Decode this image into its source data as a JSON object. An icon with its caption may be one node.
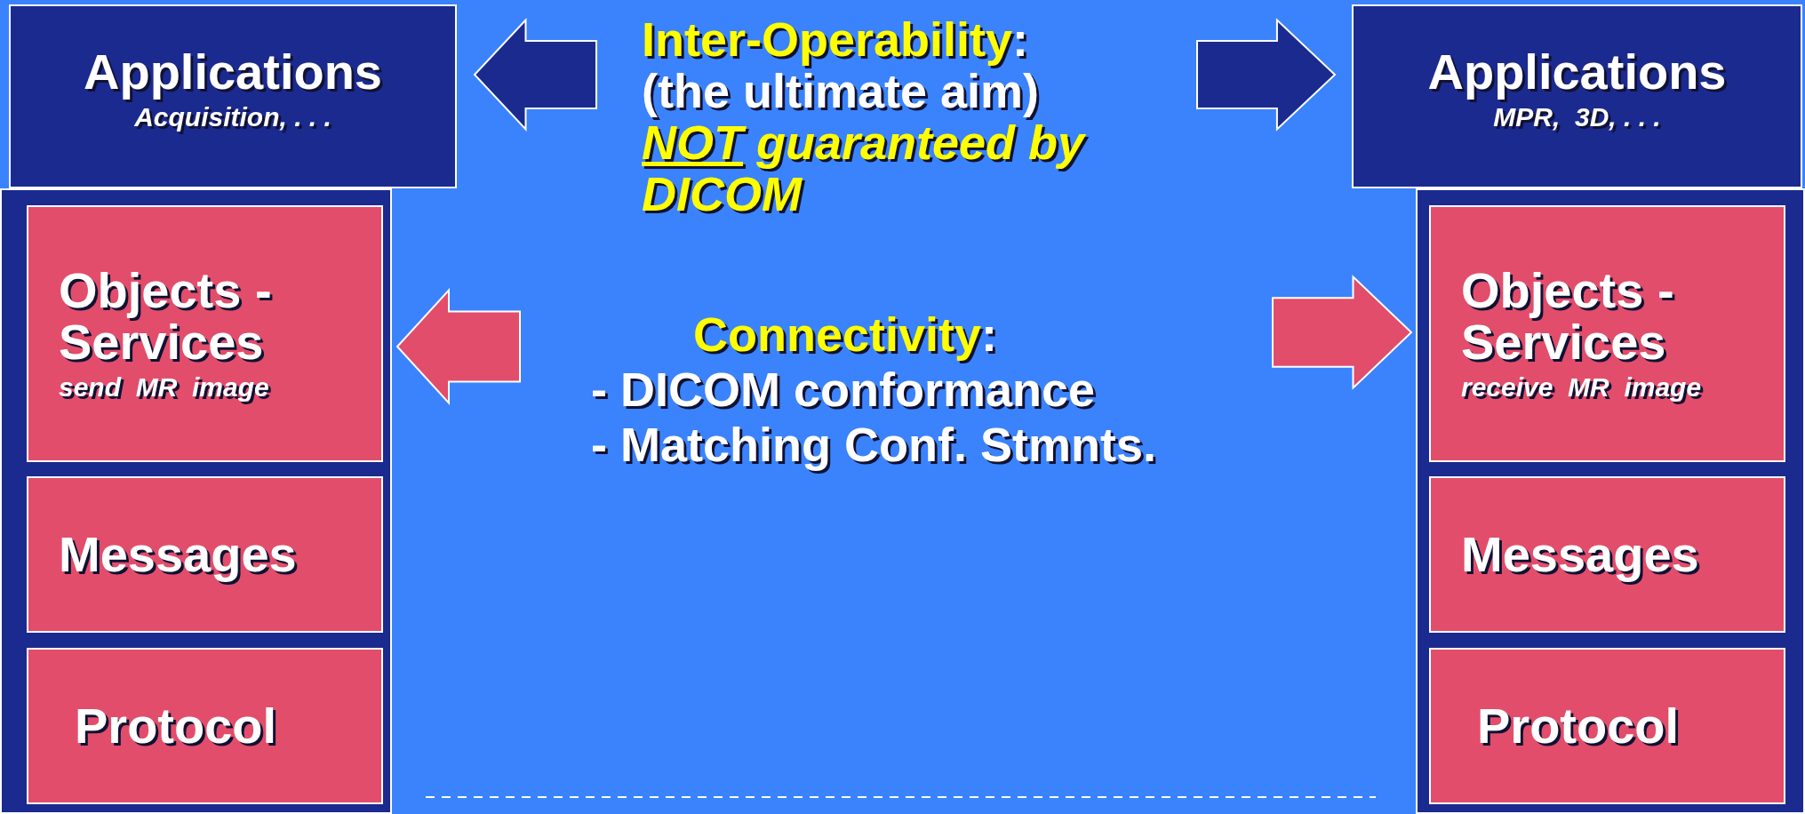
{
  "diagram": {
    "nodes": [
      {
        "text": [
          "Applications",
          "Acquisition, . . ."
        ]
      },
      {
        "text": [],
        "shape": "box"
      },
      {
        "text": [
          "Objects - Services",
          "send  MR  image"
        ],
        "in": 1
      },
      {
        "text": [
          "Messages"
        ],
        "in": 1
      },
      {
        "text": [
          "Protocol"
        ],
        "in": 1
      },
      {
        "text": [
          "**Inter-Operability**:",
          "(the ultimate aim)",
          "**NOT** guaranteed by DICOM"
        ]
      },
      {
        "text": [
          "**Connectivity**:",
          "- DICOM conformance",
          "- Matching Conf. Stmnts."
        ]
      },
      {
        "text": [
          "Applications",
          "MPR,  3D, . . ."
        ]
      },
      {
        "text": [],
        "shape": "box"
      },
      {
        "text": [
          "Objects - Services",
          "receive  MR  image"
        ],
        "in": 8
      },
      {
        "text": [
          "Messages"
        ],
        "in": 8
      },
      {
        "text": [
          "Protocol"
        ],
        "in": 8
      }
    ],
    "edges": [
      {
        "from": 5,
        "to": 0,
        "arrow": "to",
        "color": "#1b2a8f"
      },
      {
        "from": 5,
        "to": 7,
        "arrow": "to",
        "color": "#1b2a8f"
      },
      {
        "from": 6,
        "to": 2,
        "arrow": "to",
        "color": "#e24d6b"
      },
      {
        "from": 6,
        "to": 9,
        "arrow": "to",
        "color": "#e24d6b"
      }
    ]
  }
}
